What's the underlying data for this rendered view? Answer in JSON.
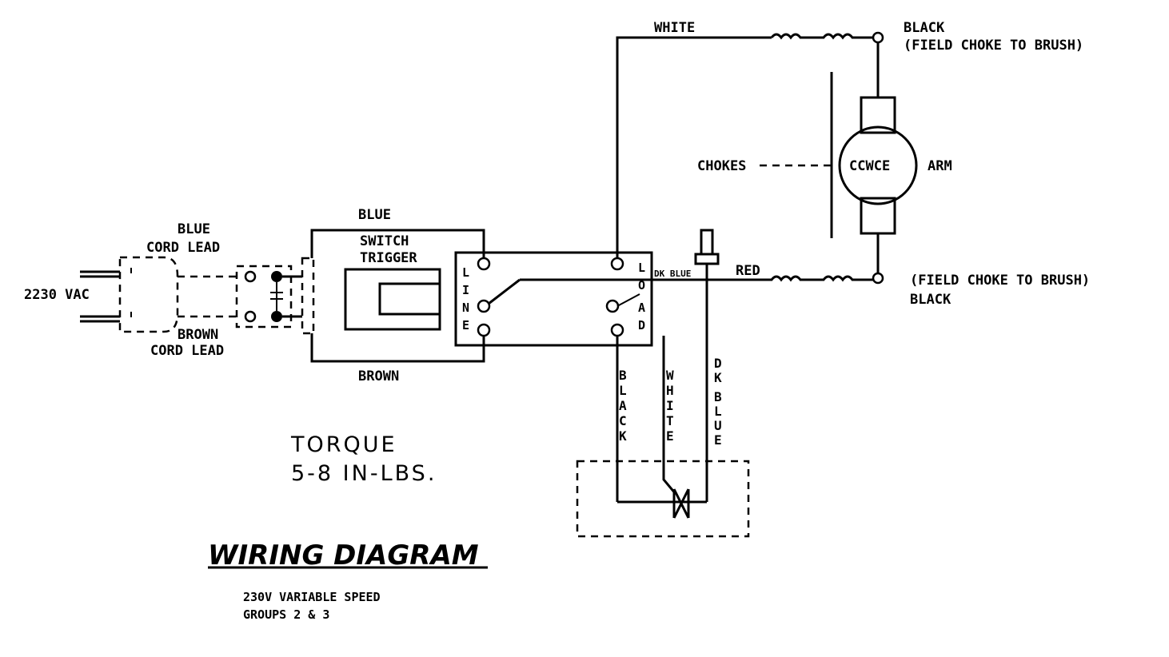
{
  "supply": {
    "voltage_label": "2230 VAC"
  },
  "cord": {
    "blue_label_line1": "BLUE",
    "blue_label_line2": "CORD LEAD",
    "brown_label_line1": "BROWN",
    "brown_label_line2": "CORD LEAD"
  },
  "switch": {
    "top_wire": "BLUE",
    "bottom_wire": "BROWN",
    "trigger_line1": "SWITCH",
    "trigger_line2": "TRIGGER",
    "line_letters": [
      "L",
      "I",
      "N",
      "E"
    ],
    "load_letters": [
      "L",
      "O",
      "A",
      "D"
    ]
  },
  "motor": {
    "top_wire": "WHITE",
    "red_wire": "RED",
    "top_right_line1": "BLACK",
    "top_right_line2": "(FIELD CHOKE TO BRUSH)",
    "bottom_right_line1": "(FIELD CHOKE TO BRUSH)",
    "bottom_right_line2": "BLACK",
    "chokes_label": "CHOKES",
    "armature_id": "CCWCE",
    "armature_label": "ARM",
    "dk_blue_small": "DK BLUE"
  },
  "control": {
    "black_letters": [
      "B",
      "L",
      "A",
      "C",
      "K"
    ],
    "white_letters": [
      "W",
      "H",
      "I",
      "T",
      "E"
    ],
    "dkblue_letters": [
      "D",
      "K",
      "",
      "B",
      "L",
      "U",
      "E"
    ]
  },
  "torque": {
    "line1": "TORQUE",
    "line2": "5-8 IN-LBS."
  },
  "title": {
    "main": "WIRING DIAGRAM",
    "sub_line1": "230V VARIABLE SPEED",
    "sub_line2": "GROUPS 2 & 3"
  }
}
